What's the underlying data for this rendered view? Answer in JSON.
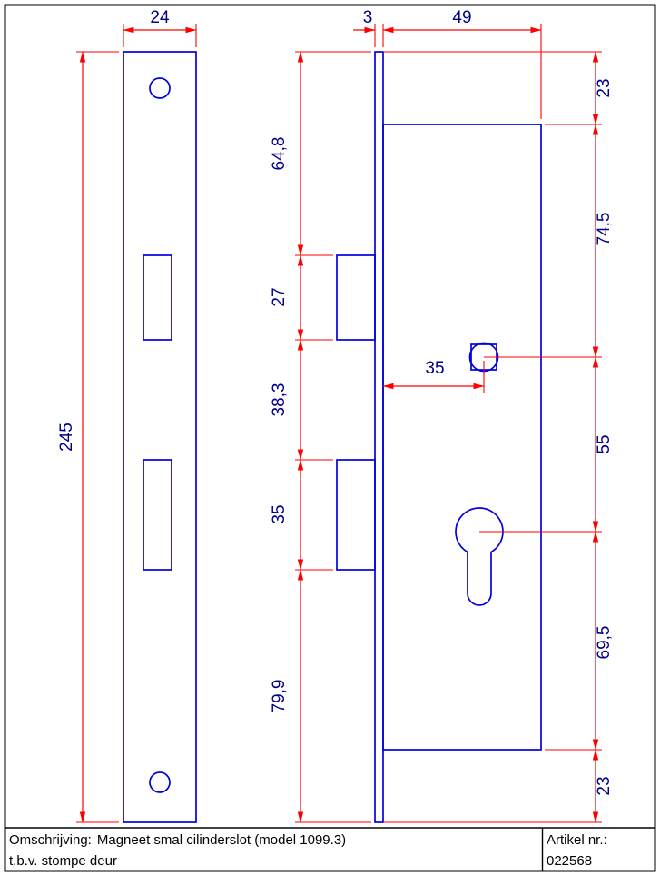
{
  "colors": {
    "part_line": "#0000e0",
    "dimension_line": "#ff0000",
    "dimension_text": "#00008b",
    "border": "#000000"
  },
  "dimensions": {
    "front_plate_width": "24",
    "front_plate_height": "245",
    "faceplate_thickness": "3",
    "case_width": "49",
    "backset": "35",
    "left_chain": {
      "top_to_latch": "64,8",
      "latch_height": "27",
      "latch_to_bolt": "38,3",
      "bolt_height": "35",
      "bolt_to_bottom": "79,9"
    },
    "right_chain": {
      "top_offset": "23",
      "top_to_spindle": "74,5",
      "spindle_to_cylinder": "55",
      "cylinder_to_bottom": "69,5",
      "bottom_offset": "23"
    }
  },
  "title_block": {
    "description_label": "Omschrijving:",
    "description_text": "Magneet smal cilinderslot (model 1099.3)",
    "description_line2": "t.b.v. stompe deur",
    "article_label": "Artikel nr.:",
    "article_number": "022568"
  }
}
